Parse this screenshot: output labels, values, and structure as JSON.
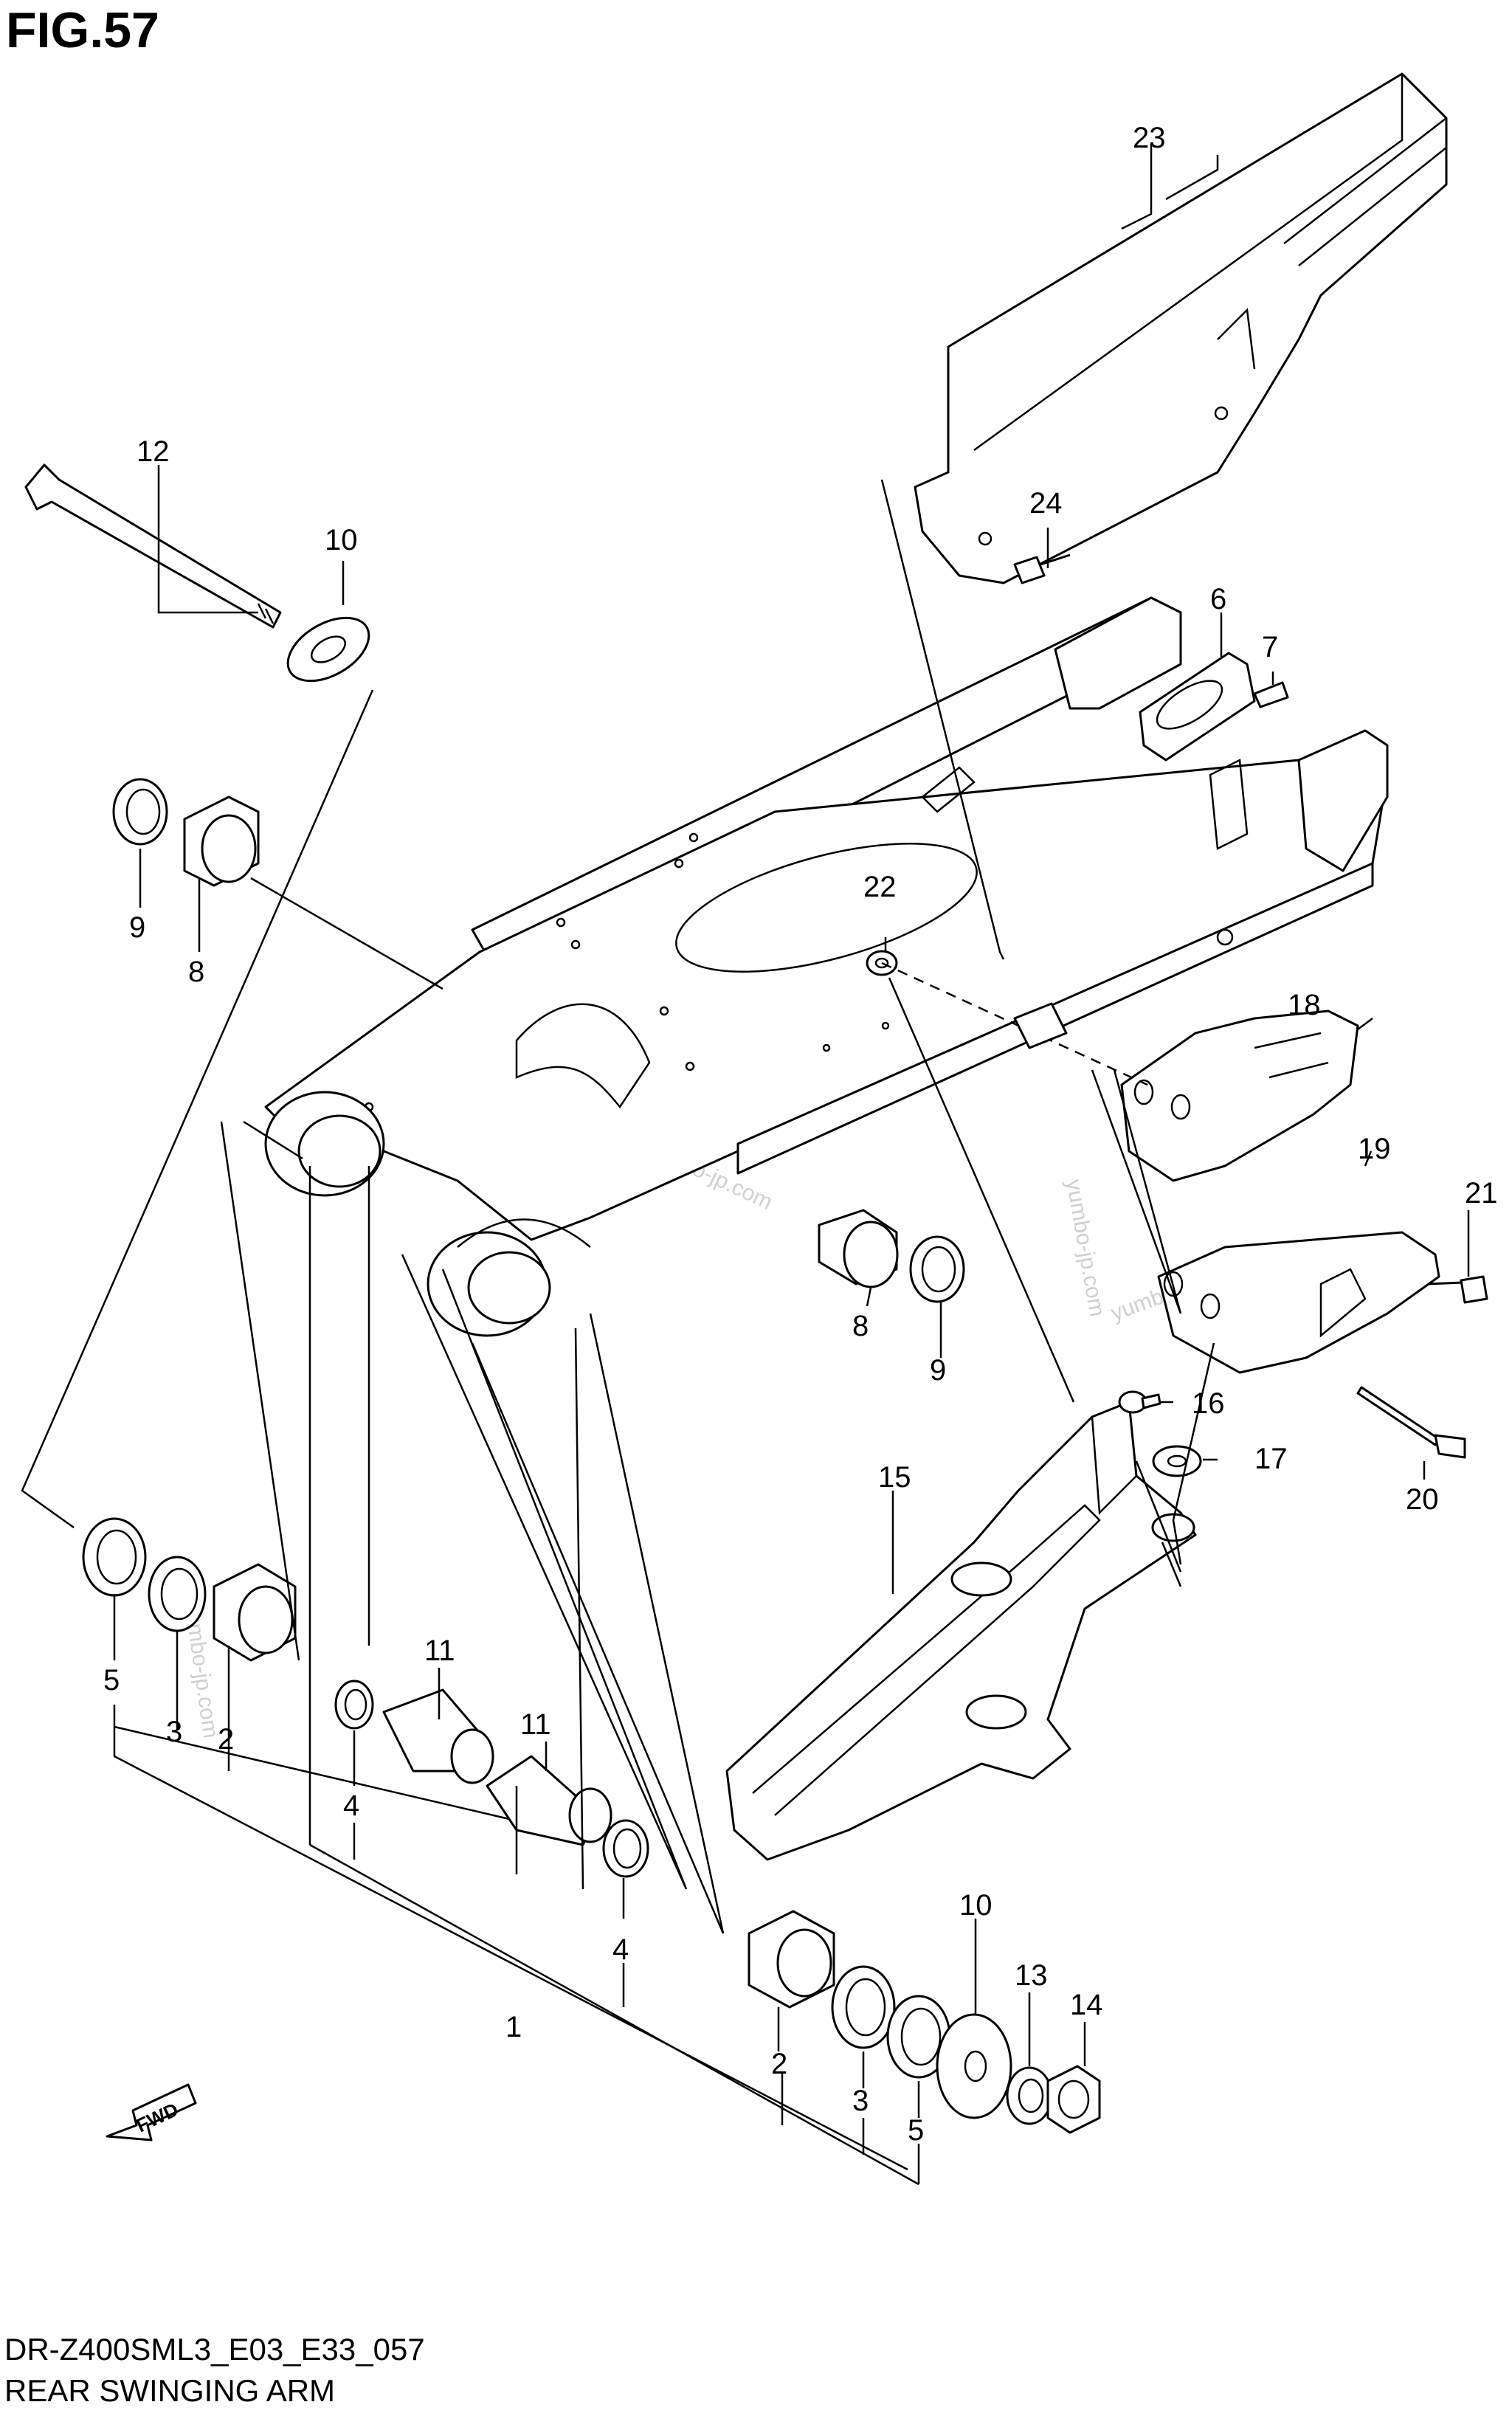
{
  "figure": {
    "title": "FIG.57",
    "catalog_code": "DR-Z400SML3_E03_E33_057",
    "assembly_name": "REAR SWINGING ARM"
  },
  "callouts": [
    {
      "id": "c1",
      "label": "1"
    },
    {
      "id": "c2a",
      "label": "2"
    },
    {
      "id": "c2b",
      "label": "2"
    },
    {
      "id": "c3a",
      "label": "3"
    },
    {
      "id": "c3b",
      "label": "3"
    },
    {
      "id": "c4a",
      "label": "4"
    },
    {
      "id": "c4b",
      "label": "4"
    },
    {
      "id": "c5a",
      "label": "5"
    },
    {
      "id": "c5b",
      "label": "5"
    },
    {
      "id": "c6",
      "label": "6"
    },
    {
      "id": "c7",
      "label": "7"
    },
    {
      "id": "c8a",
      "label": "8"
    },
    {
      "id": "c8b",
      "label": "8"
    },
    {
      "id": "c9a",
      "label": "9"
    },
    {
      "id": "c9b",
      "label": "9"
    },
    {
      "id": "c10a",
      "label": "10"
    },
    {
      "id": "c10b",
      "label": "10"
    },
    {
      "id": "c11a",
      "label": "11"
    },
    {
      "id": "c11b",
      "label": "11"
    },
    {
      "id": "c12",
      "label": "12"
    },
    {
      "id": "c13",
      "label": "13"
    },
    {
      "id": "c14",
      "label": "14"
    },
    {
      "id": "c15",
      "label": "15"
    },
    {
      "id": "c16",
      "label": "16"
    },
    {
      "id": "c17",
      "label": "17"
    },
    {
      "id": "c18",
      "label": "18"
    },
    {
      "id": "c19",
      "label": "19"
    },
    {
      "id": "c20",
      "label": "20"
    },
    {
      "id": "c21",
      "label": "21"
    },
    {
      "id": "c22",
      "label": "22"
    },
    {
      "id": "c23",
      "label": "23"
    },
    {
      "id": "c24",
      "label": "24"
    }
  ],
  "direction_badge": "FWD",
  "watermark": "yumbo-jp.com"
}
